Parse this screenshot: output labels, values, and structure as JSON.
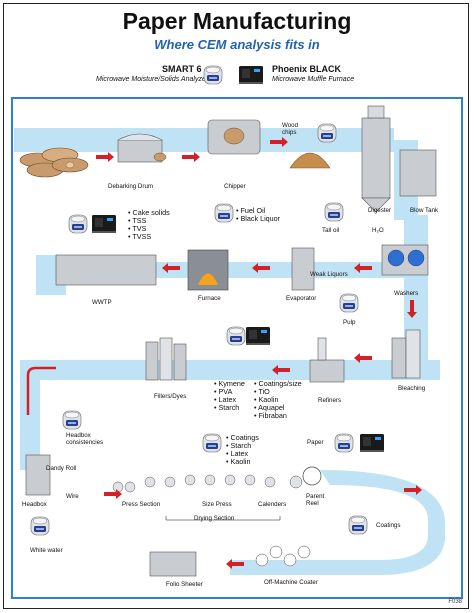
{
  "title": "Paper Manufacturing",
  "subtitle": "Where CEM analysis fits in",
  "instruments": {
    "smart6": {
      "name": "SMART 6",
      "desc": "Microwave Moisture/Solids Analyzer"
    },
    "phoenix": {
      "name": "Phoenix BLACK",
      "desc": "Microwave Muffle Furnace"
    }
  },
  "stages": {
    "debarking_drum": "Debarking Drum",
    "chipper": "Chipper",
    "wood_chips": "Wood\nchips",
    "digester": "Digester",
    "blow_tank": "Blow Tank",
    "tall_oil": "Tall oil",
    "h2o": "H₂O",
    "washers": "Washers",
    "weak_liquors": "Weak Liquors",
    "evaporator": "Evaporator",
    "furnace": "Furnace",
    "wwtp": "WWTP",
    "pulp": "Pulp",
    "bleaching": "Bleaching",
    "refiners": "Refiners",
    "fillers_dyes": "Fillers/Dyes",
    "headbox_consistencies": "Headbox\nconsistencies",
    "dandy_roll": "Dandy Roll",
    "headbox": "Headbox",
    "wire": "Wire",
    "press_section": "Press Section",
    "size_press": "Size Press",
    "calenders": "Calenders",
    "parent_reel": "Parent\nReel",
    "drying_section": "Drying Section",
    "paper": "Paper",
    "white_water": "White water",
    "coatings": "Coatings",
    "folio_sheeter": "Folio Sheeter",
    "off_machine_coater": "Off-Machine Coater"
  },
  "lists": {
    "wwtp_tests": [
      "Cake solids",
      "TSS",
      "TVS",
      "TVSS"
    ],
    "furnace_tests": [
      "Fuel Oil",
      "Black Liquor"
    ],
    "additives_left": [
      "Kymene",
      "PVA",
      "Latex",
      "Starch"
    ],
    "additives_right": [
      "Coatings/size",
      "TiO",
      "Kaolin",
      "Aquapel",
      "Fibraban"
    ],
    "size_press_tests": [
      "Coatings",
      "Starch",
      "Latex",
      "Kaolin"
    ]
  },
  "figure_code": "F038",
  "colors": {
    "flow": "#bfe3f5",
    "arrow": "#d42027",
    "title_blue": "#1f62b5",
    "machine_gray": "#c9cdd2"
  }
}
